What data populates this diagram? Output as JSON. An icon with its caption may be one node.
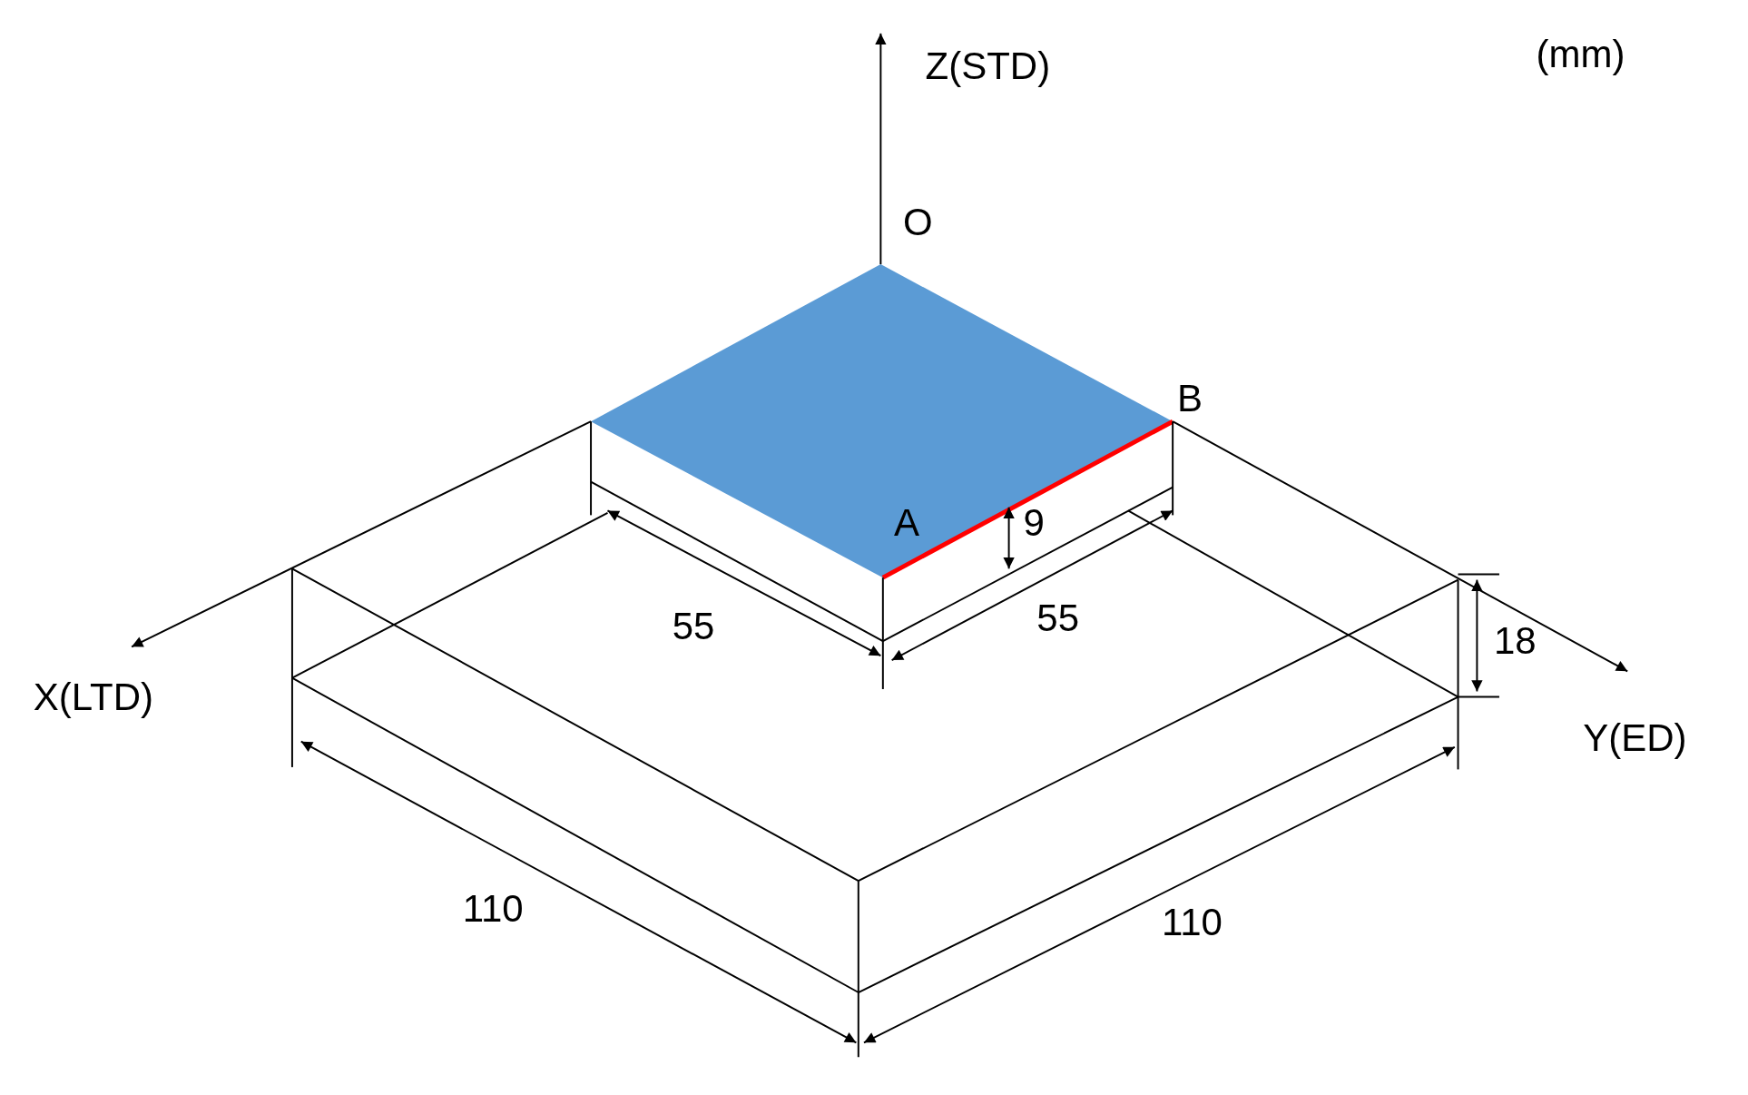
{
  "diagram": {
    "labels": [
      "Z(STD)",
      "(mm)",
      "O",
      "B",
      "A",
      "9",
      "55",
      "55",
      "18",
      "X(LTD)",
      "Y(ED)",
      "110",
      "110"
    ]
  }
}
